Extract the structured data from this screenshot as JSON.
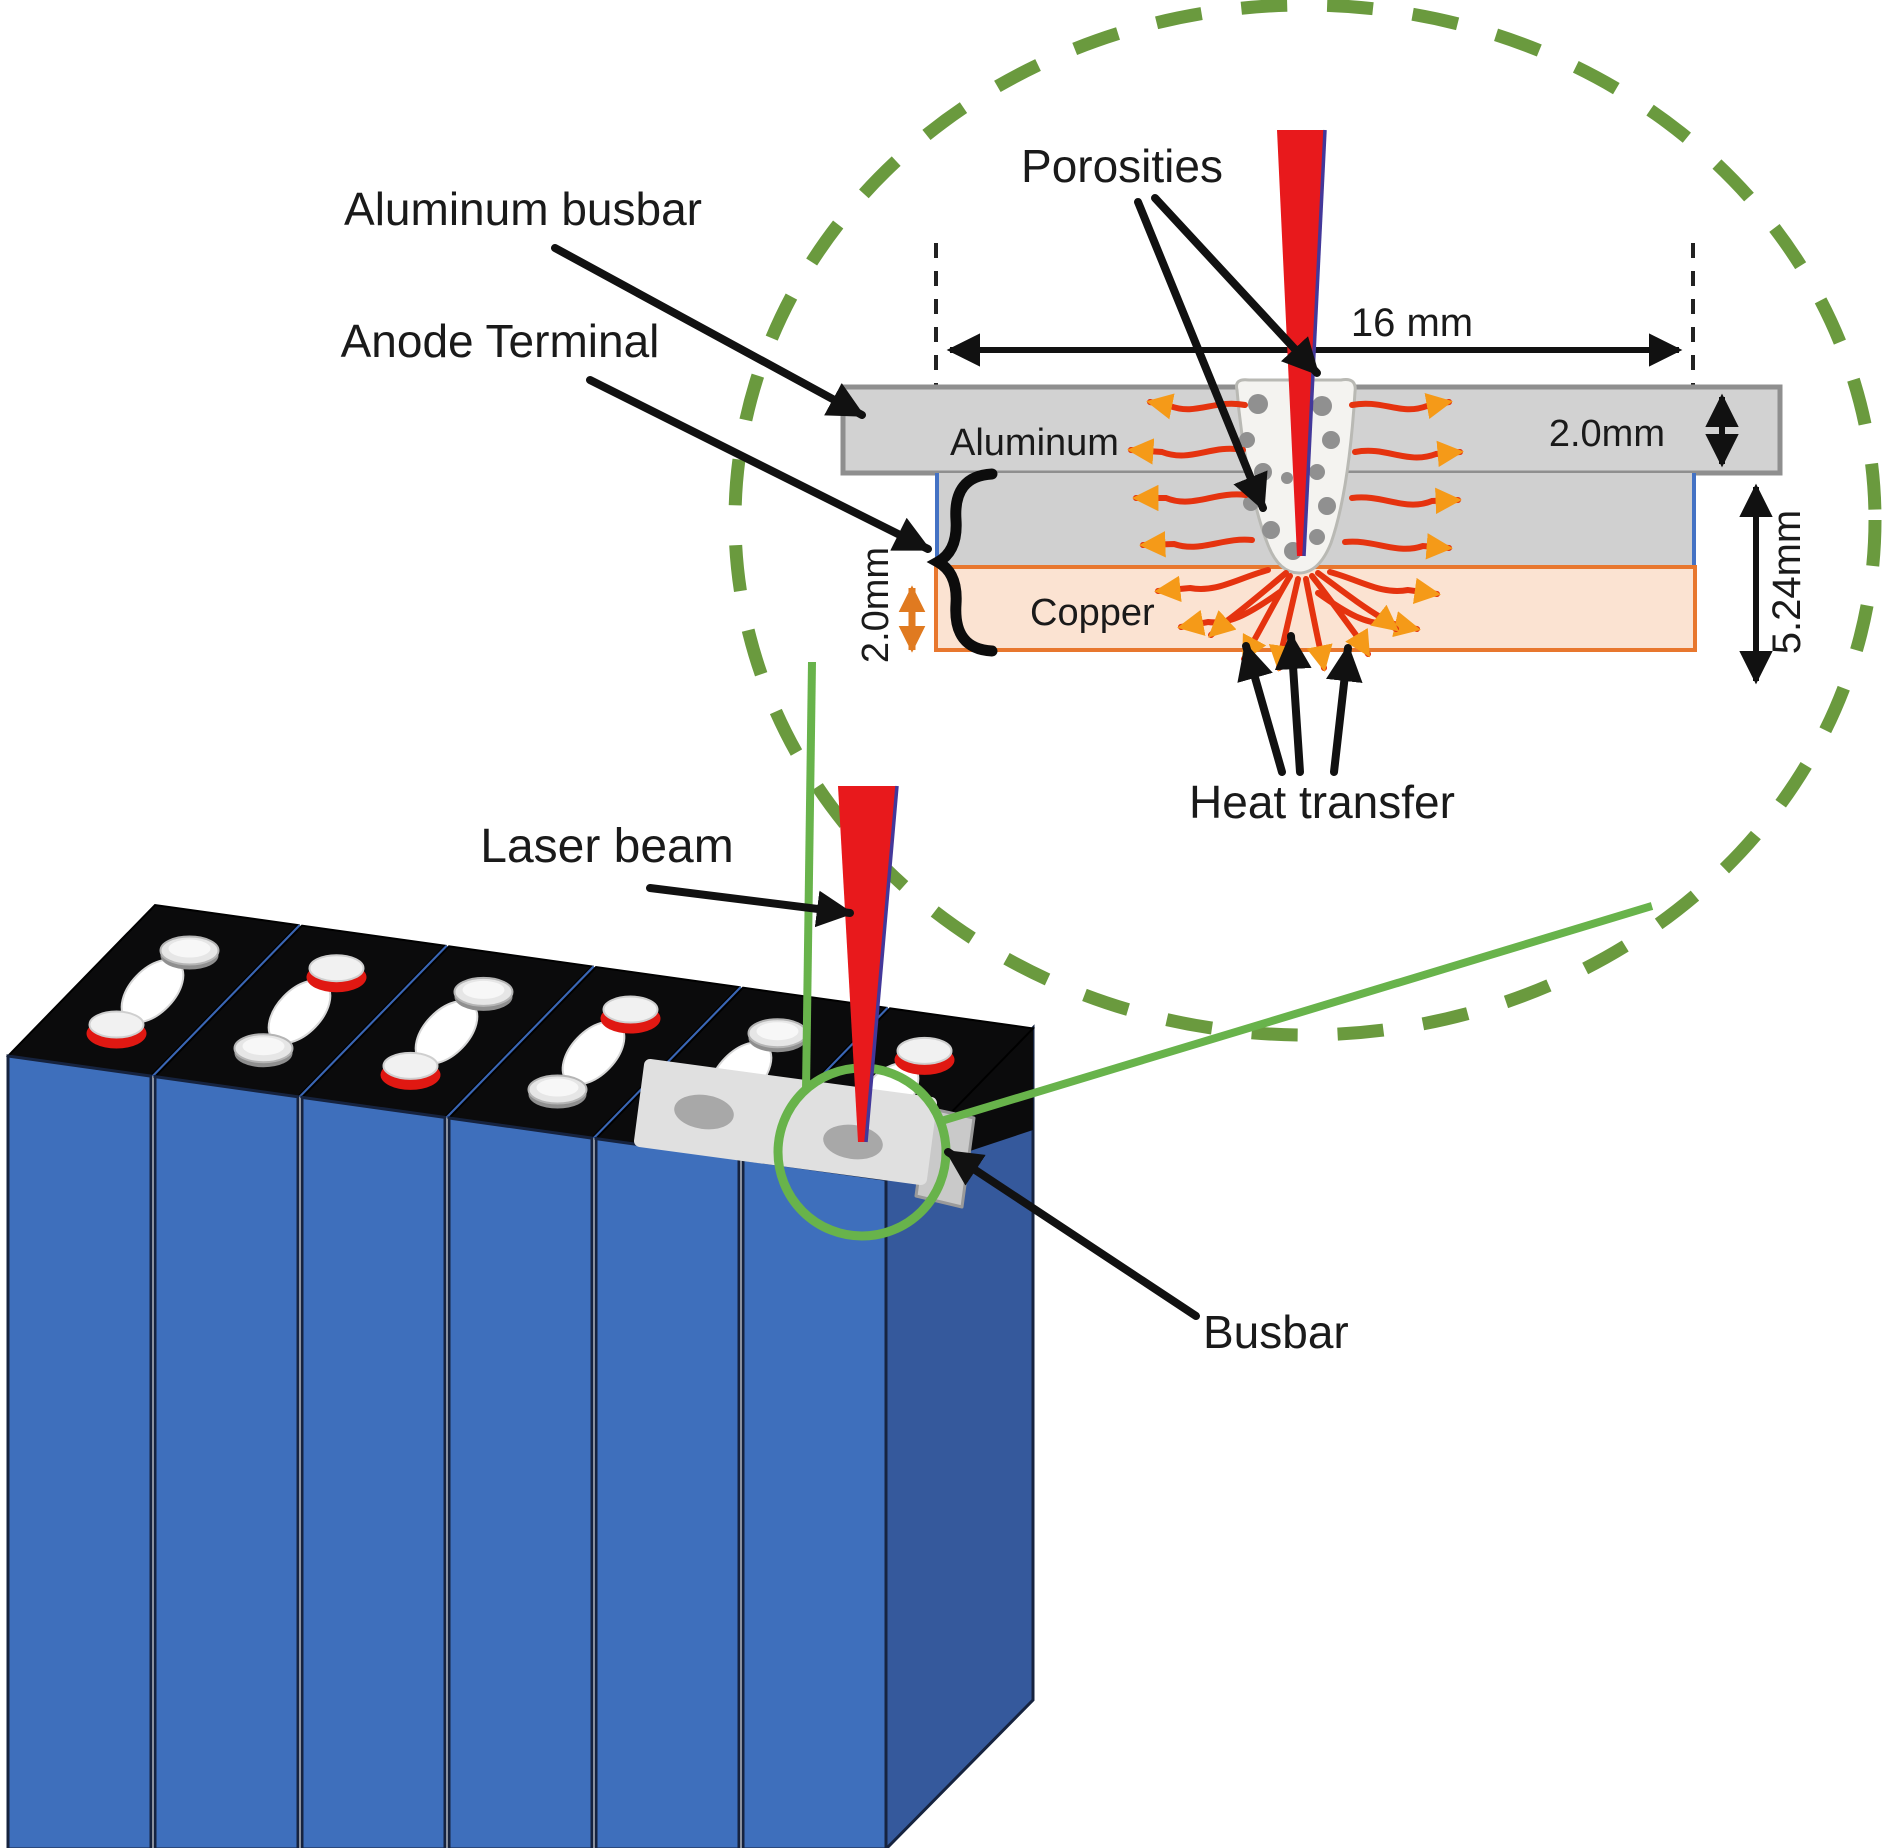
{
  "diagram": {
    "labels": {
      "porosities": "Porosities",
      "aluminum_busbar": "Aluminum busbar",
      "anode_terminal": "Anode Terminal",
      "laser_beam": "Laser beam",
      "busbar": "Busbar",
      "heat_transfer": "Heat transfer",
      "aluminum_layer": "Aluminum",
      "copper_layer": "Copper"
    },
    "dimensions": {
      "weld_width": "16 mm",
      "busbar_thickness": "2.0mm",
      "terminal_stack_thickness": "5.24mm",
      "copper_thickness": "2.0mm"
    },
    "colors": {
      "laser_red": "#e8191c",
      "heat_arrow_red": "#e5330f",
      "heat_arrow_orange": "#f59a18",
      "aluminum_fill": "#d2d2d2",
      "copper_fill": "#fbe3d2",
      "copper_border": "#e8772e",
      "highlight_green_dashed": "#6a9a3e",
      "highlight_green_solid": "#68b34b",
      "battery_blue_front": "#3e6fbc",
      "battery_blue_side": "#35599c",
      "battery_top_black": "#0b0b0c",
      "porosity_gray": "#909090",
      "dimension_orange": "#e07a20"
    }
  }
}
